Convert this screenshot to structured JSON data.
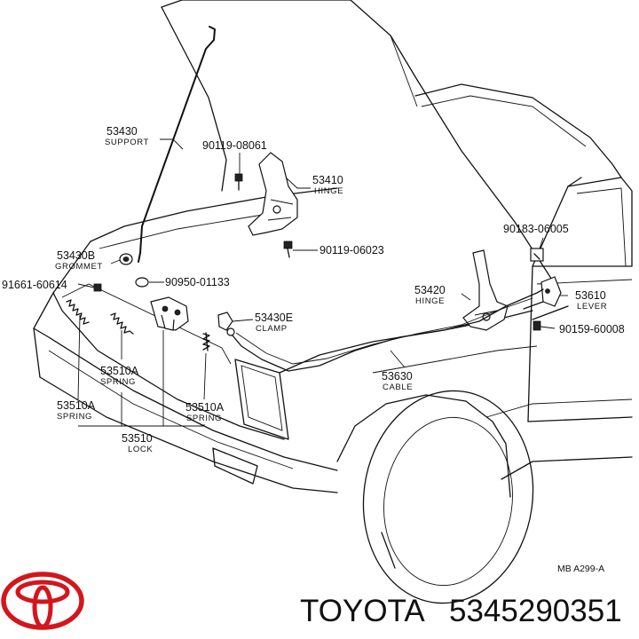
{
  "labels": {
    "support": {
      "num": "53430",
      "name": "SUPPORT"
    },
    "bolt_top": {
      "num": "90119-08061"
    },
    "hinge_left": {
      "num": "53410",
      "name": "HINGE"
    },
    "bolt_mid": {
      "num": "90119-06023"
    },
    "grommet": {
      "num": "53430B",
      "name": "GROMMET"
    },
    "clip_left": {
      "num": "91661-60614"
    },
    "cushion": {
      "num": "90950-01133"
    },
    "hinge_right": {
      "num": "53420",
      "name": "HINGE"
    },
    "clamp": {
      "num": "53430E",
      "name": "CLAMP"
    },
    "clip_right_top": {
      "num": "90183-06005"
    },
    "lever": {
      "num": "53610",
      "name": "LEVER"
    },
    "bolt_right": {
      "num": "90159-60008"
    },
    "cable": {
      "num": "53630",
      "name": "CABLE"
    },
    "spring_a": {
      "num": "53510A",
      "name": "SPRING"
    },
    "spring_b": {
      "num": "53510A",
      "name": "SPRING"
    },
    "spring_c": {
      "num": "53510A",
      "name": "SPRING"
    },
    "lock": {
      "num": "53510",
      "name": "LOCK"
    }
  },
  "drawing_ref": "MB  A299-A",
  "brand": {
    "name": "TOYOTA",
    "part_number": "5345290351",
    "logo": "toyota-logo"
  }
}
